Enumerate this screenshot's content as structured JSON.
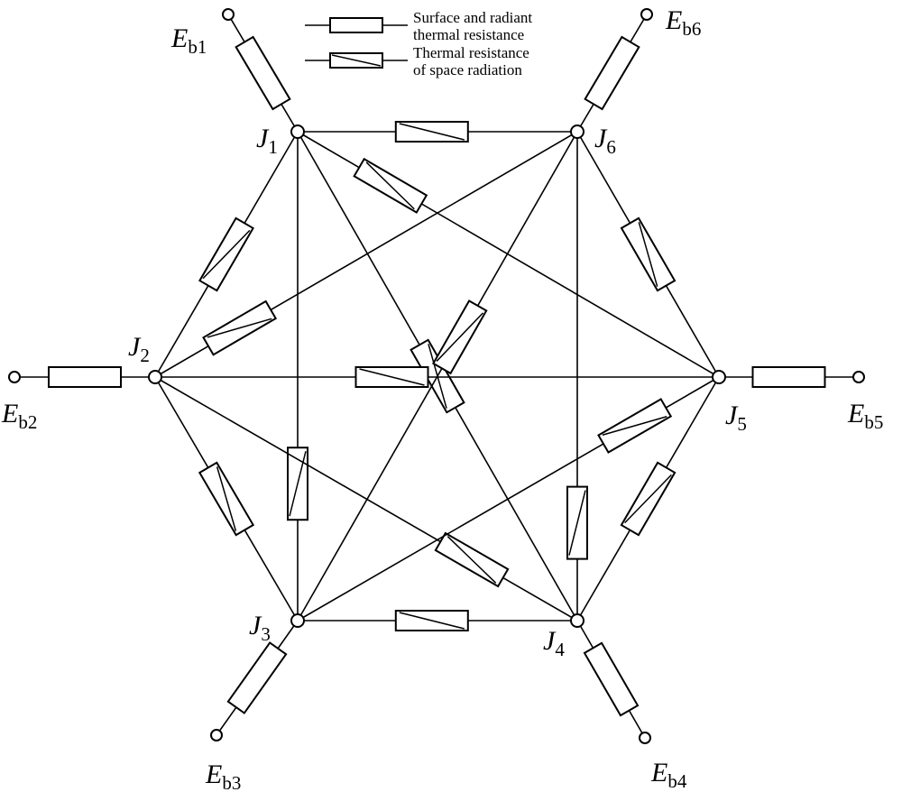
{
  "legend": {
    "surface_line1": "Surface and radiant",
    "surface_line2": "thermal resistance",
    "space_line1": "Thermal resistance",
    "space_line2": "of space radiation"
  },
  "nodes": [
    {
      "id": "J1",
      "letter": "J",
      "sub": "1"
    },
    {
      "id": "J2",
      "letter": "J",
      "sub": "2"
    },
    {
      "id": "J3",
      "letter": "J",
      "sub": "3"
    },
    {
      "id": "J4",
      "letter": "J",
      "sub": "4"
    },
    {
      "id": "J5",
      "letter": "J",
      "sub": "5"
    },
    {
      "id": "J6",
      "letter": "J",
      "sub": "6"
    }
  ],
  "terminals": [
    {
      "id": "Eb1",
      "letter": "E",
      "sub": "b1",
      "node": "J1"
    },
    {
      "id": "Eb2",
      "letter": "E",
      "sub": "b2",
      "node": "J2"
    },
    {
      "id": "Eb3",
      "letter": "E",
      "sub": "b3",
      "node": "J3"
    },
    {
      "id": "Eb4",
      "letter": "E",
      "sub": "b4",
      "node": "J4"
    },
    {
      "id": "Eb5",
      "letter": "E",
      "sub": "b5",
      "node": "J5"
    },
    {
      "id": "Eb6",
      "letter": "E",
      "sub": "b6",
      "node": "J6"
    }
  ],
  "edges": [
    [
      "J1",
      "J2"
    ],
    [
      "J1",
      "J3"
    ],
    [
      "J1",
      "J4"
    ],
    [
      "J1",
      "J5"
    ],
    [
      "J1",
      "J6"
    ],
    [
      "J2",
      "J3"
    ],
    [
      "J2",
      "J4"
    ],
    [
      "J2",
      "J5"
    ],
    [
      "J2",
      "J6"
    ],
    [
      "J3",
      "J4"
    ],
    [
      "J3",
      "J5"
    ],
    [
      "J3",
      "J6"
    ],
    [
      "J4",
      "J5"
    ],
    [
      "J4",
      "J6"
    ],
    [
      "J5",
      "J6"
    ]
  ]
}
